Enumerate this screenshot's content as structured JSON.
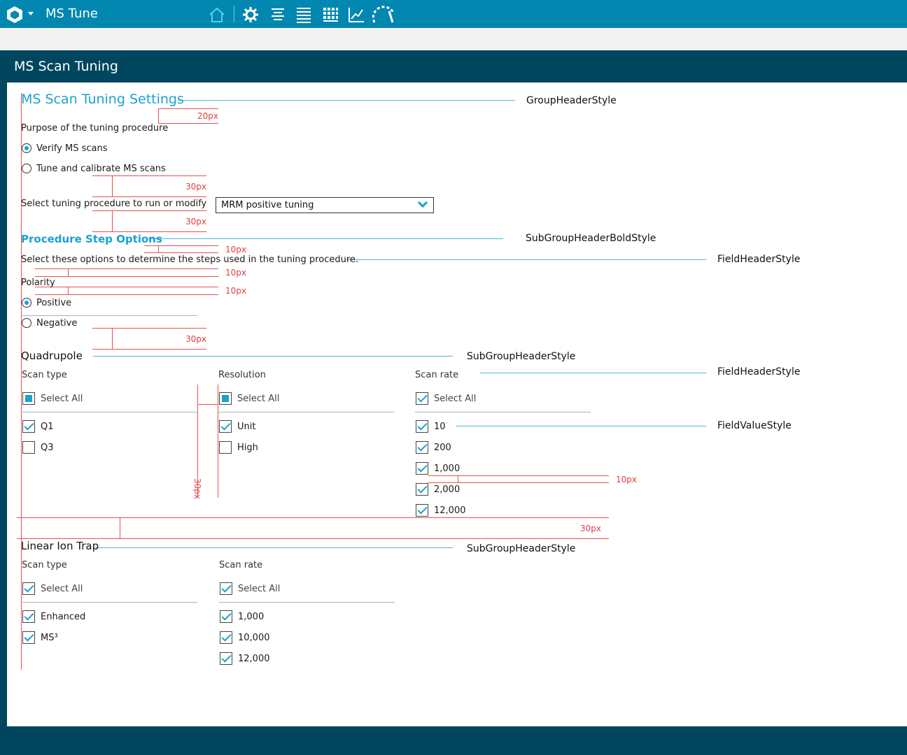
{
  "app": {
    "title": "MS Tune"
  },
  "toolbar": {
    "icons": [
      "home-icon",
      "gear-icon",
      "tune-lines-icon",
      "list-icon",
      "grid-icon",
      "chart-icon",
      "gauge-icon"
    ]
  },
  "page": {
    "title": "MS Scan Tuning"
  },
  "settings": {
    "group_header": "MS Scan Tuning Settings",
    "purpose_label": "Purpose of the tuning procedure",
    "purpose_options": [
      "Verify MS scans",
      "Tune and calibrate MS scans"
    ],
    "purpose_selected": "Verify MS scans",
    "procedure_label": "Select tuning procedure to run or modify",
    "procedure_value": "MRM positive tuning"
  },
  "step_options": {
    "header": "Procedure Step Options",
    "description": "Select these options to determine the steps used in the tuning procedure.",
    "polarity_label": "Polarity",
    "polarity_options": [
      "Positive",
      "Negative"
    ],
    "polarity_selected": "Positive"
  },
  "quadrupole": {
    "header": "Quadrupole",
    "scan_type": {
      "label": "Scan type",
      "select_all": "Select All",
      "select_all_state": "partial",
      "items": [
        {
          "label": "Q1",
          "checked": true
        },
        {
          "label": "Q3",
          "checked": false
        }
      ]
    },
    "resolution": {
      "label": "Resolution",
      "select_all": "Select All",
      "select_all_state": "partial",
      "items": [
        {
          "label": "Unit",
          "checked": true
        },
        {
          "label": "High",
          "checked": false
        }
      ]
    },
    "scan_rate": {
      "label": "Scan rate",
      "select_all": "Select All",
      "select_all_state": "checked",
      "items": [
        {
          "label": "10",
          "checked": true
        },
        {
          "label": "200",
          "checked": true
        },
        {
          "label": "1,000",
          "checked": true
        },
        {
          "label": "2,000",
          "checked": true
        },
        {
          "label": "12,000",
          "checked": true
        }
      ]
    }
  },
  "linear_ion_trap": {
    "header": "Linear Ion Trap",
    "scan_type": {
      "label": "Scan type",
      "select_all": "Select All",
      "select_all_state": "checked",
      "items": [
        {
          "label": "Enhanced",
          "checked": true
        },
        {
          "label": "MS³",
          "checked": true
        }
      ]
    },
    "scan_rate": {
      "label": "Scan rate",
      "select_all": "Select All",
      "select_all_state": "checked",
      "items": [
        {
          "label": "1,000",
          "checked": true
        },
        {
          "label": "10,000",
          "checked": true
        },
        {
          "label": "12,000",
          "checked": true
        }
      ]
    }
  },
  "annotations": {
    "group_header_style": "GroupHeaderStyle",
    "subgroup_header_bold_style": "SubGroupHeaderBoldStyle",
    "field_header_style": "FieldHeaderStyle",
    "subgroup_header_style": "SubGroupHeaderStyle",
    "field_value_style": "FieldValueStyle",
    "spacing": {
      "s20": "20px",
      "s30": "30px",
      "s10": "10px"
    }
  },
  "colors": {
    "topbar": "#0287b1",
    "titlebar": "#00465e",
    "accent": "#1ba2d0",
    "annotation_red": "#e04040",
    "annotation_blue": "#4ab9de"
  }
}
